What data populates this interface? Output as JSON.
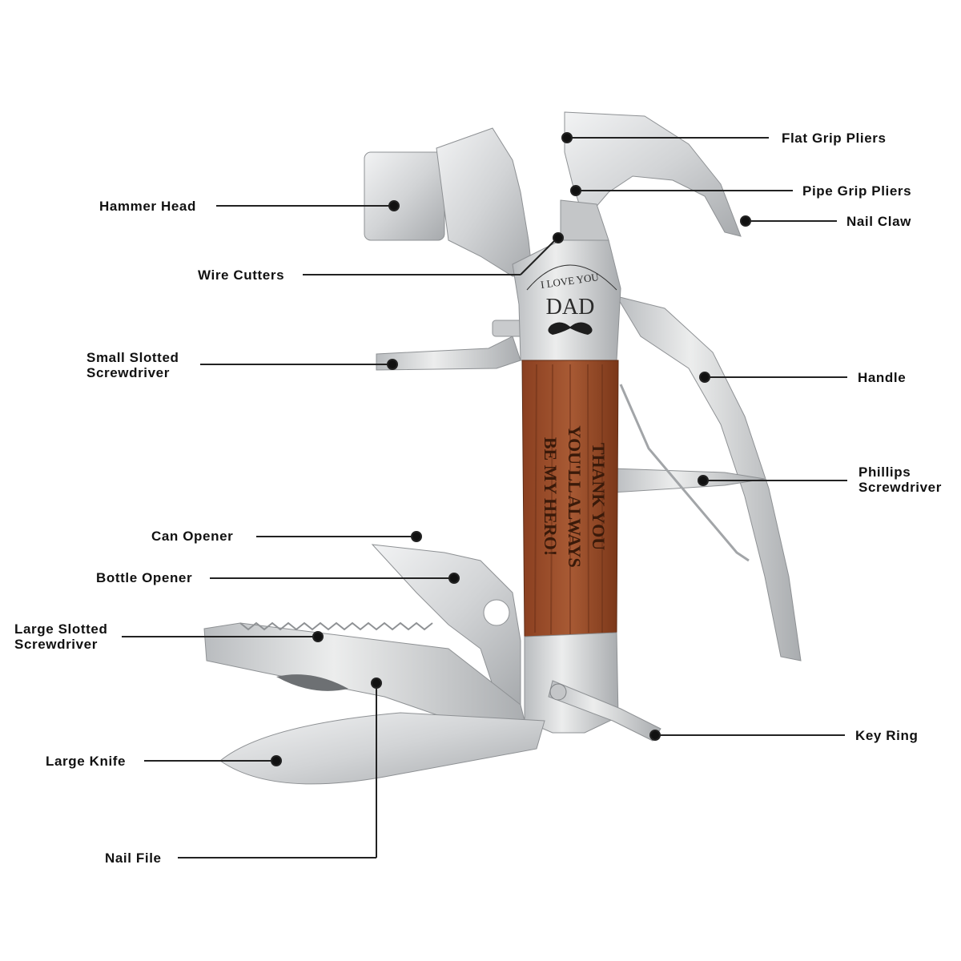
{
  "engraving": {
    "top_arc": "I LOVE YOU",
    "name": "DAD",
    "handle_lines": [
      "THANK YOU",
      "YOU'LL ALWAYS",
      "BE MY HERO!"
    ]
  },
  "labels": {
    "hammer_head": "Hammer Head",
    "wire_cutters": "Wire Cutters",
    "small_slotted_1": "Small Slotted",
    "small_slotted_2": "Screwdriver",
    "can_opener": "Can Opener",
    "bottle_opener": "Bottle Opener",
    "large_slotted_1": "Large Slotted",
    "large_slotted_2": "Screwdriver",
    "large_knife": "Large Knife",
    "nail_file": "Nail File",
    "flat_grip": "Flat Grip Pliers",
    "pipe_grip": "Pipe Grip Pliers",
    "nail_claw": "Nail Claw",
    "handle": "Handle",
    "phillips_1": "Phillips",
    "phillips_2": "Screwdriver",
    "key_ring": "Key Ring"
  },
  "colors": {
    "steel_light": "#e6e7e8",
    "steel_dark": "#9a9da0",
    "wood": "#9b4e2c",
    "wood_dark": "#6e3219",
    "line": "#222222"
  }
}
